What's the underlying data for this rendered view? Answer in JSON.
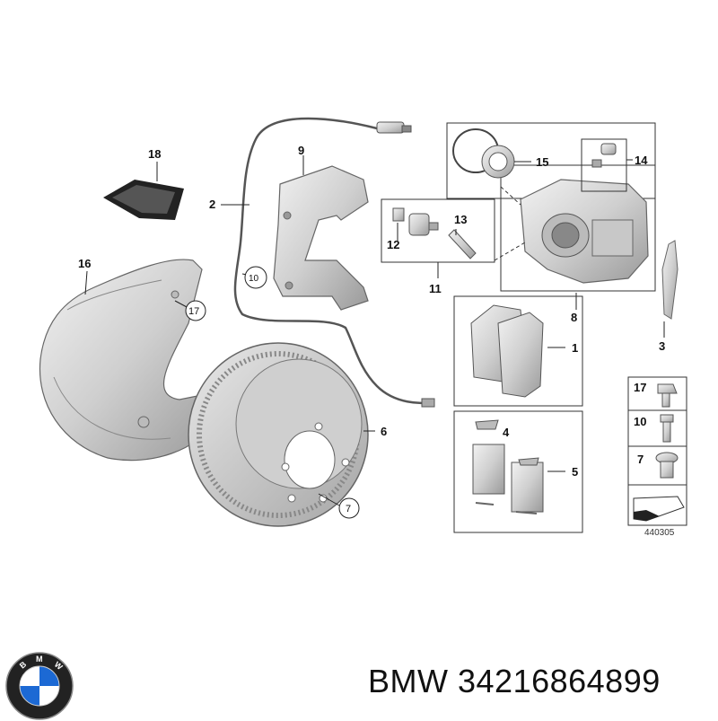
{
  "callouts": {
    "c1": "1",
    "c2": "2",
    "c3": "3",
    "c4": "4",
    "c5": "5",
    "c6": "6",
    "c7": "7",
    "c8": "8",
    "c9": "9",
    "c10": "10",
    "c11": "11",
    "c12": "12",
    "c13": "13",
    "c14": "14",
    "c15": "15",
    "c16": "16",
    "c17": "17",
    "c18": "18"
  },
  "circled": {
    "c10": "10",
    "c17": "17",
    "c7": "7"
  },
  "legend_box": {
    "top": "17",
    "mid": "10",
    "bottom": "7"
  },
  "diagram_code": "440305",
  "footer": {
    "brand": "BMW",
    "part_number": "34216864899",
    "logo_text": "BMW"
  },
  "colors": {
    "part_fill": "#d8d8d8",
    "part_stroke": "#555555",
    "line": "#222222",
    "brand_blue": "#1c69d4"
  }
}
